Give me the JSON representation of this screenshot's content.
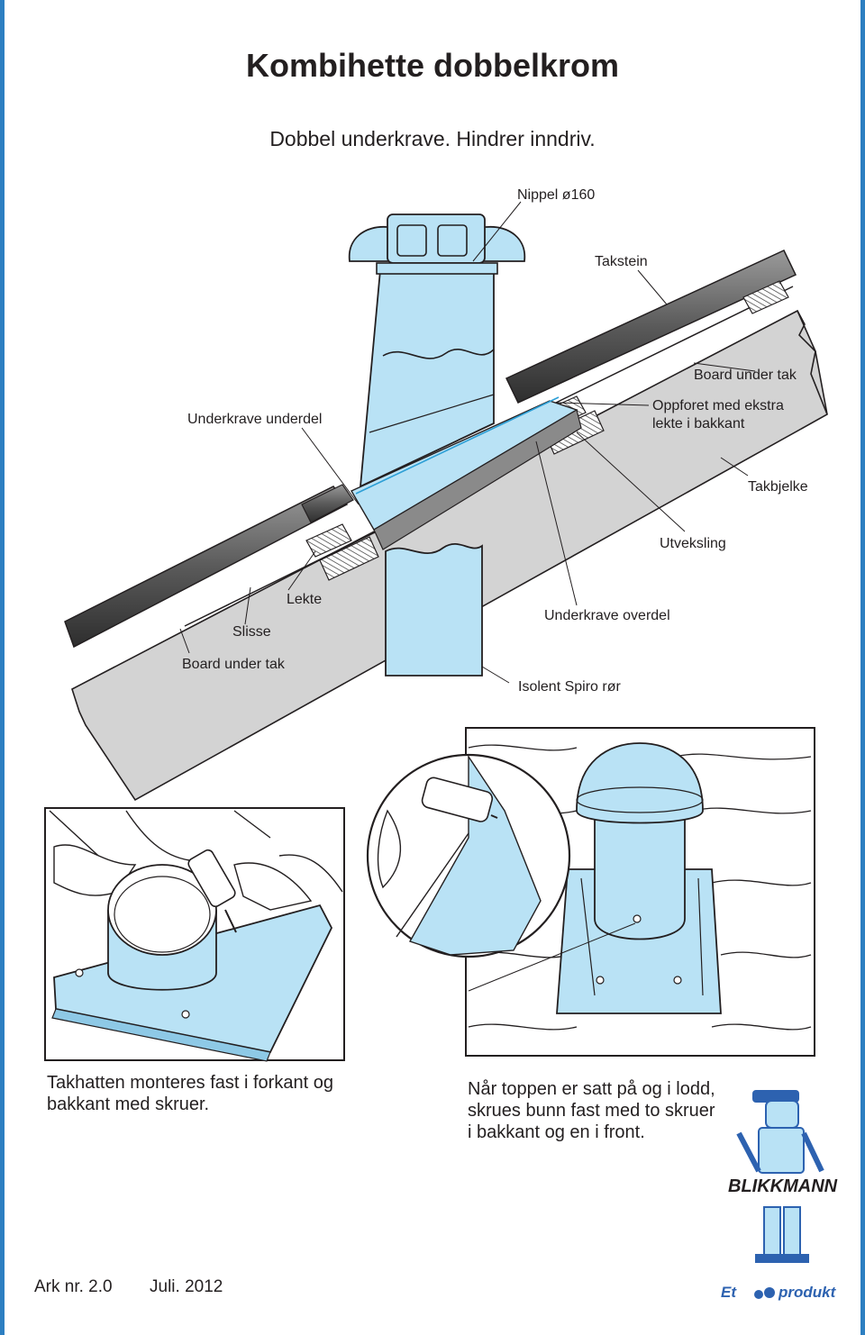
{
  "title": "Kombihette dobbelkrom",
  "subtitle": "Dobbel underkrave.  Hindrer  inndriv.",
  "labels": {
    "nippel": "Nippel ø160",
    "takstein": "Takstein",
    "board_top": "Board under tak",
    "oppforet_1": "Oppforet med ekstra",
    "oppforet_2": "lekte i bakkant",
    "takbjelke": "Takbjelke",
    "utveksling": "Utveksling",
    "underkrave_underdel": "Underkrave underdel",
    "lekte": "Lekte",
    "slisse": "Slisse",
    "board_bottom": "Board under tak",
    "underkrave_overdel": "Underkrave overdel",
    "isolent": "Isolent Spiro rør"
  },
  "captions": {
    "left_1": "Takhatten monteres fast i forkant og",
    "left_2": "bakkant med skruer.",
    "right_1": "Når toppen er satt på og i lodd,",
    "right_2": "skrues bunn fast med to skruer",
    "right_3": "i bakkant og en i front."
  },
  "footer": {
    "sheet": "Ark  nr. 2.0",
    "date": "Juli.  2012"
  },
  "logo": {
    "brand": "BLIKKMANN",
    "tag_left": "Et",
    "tag_right": "produkt"
  },
  "colors": {
    "accent_blue": "#b9e2f5",
    "frame_blue": "#2d7fc1",
    "roof_grey": "#d3d3d3",
    "tile_dark": "#6a6a6a"
  }
}
